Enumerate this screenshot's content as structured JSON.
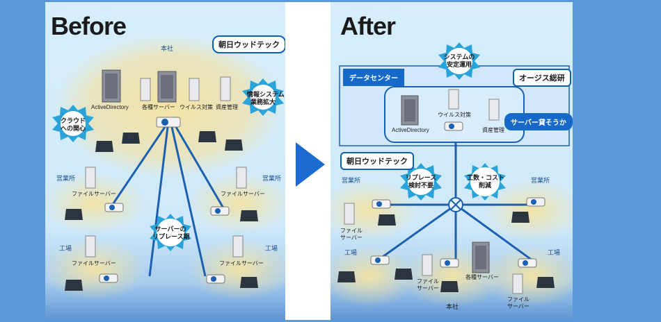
{
  "before": {
    "title": "Before",
    "company_label": "朝日ウッドテック",
    "hq_tag": "本社",
    "servers": {
      "active_directory": "ActiveDirectory",
      "various_servers": "各種サーバー",
      "antivirus": "ウイルス対策",
      "asset_mgmt": "資産管理"
    },
    "bursts": {
      "info_system": [
        "情報システム",
        "業務拡大"
      ],
      "cloud": [
        "クラウド",
        "への関心"
      ],
      "replace": [
        "サーバーの",
        "リプレース期"
      ]
    },
    "sites": {
      "sales_left": "営業所",
      "sales_right": "営業所",
      "factory_left": "工場",
      "factory_right": "工場",
      "file_server_tl": "ファイルサーバー",
      "file_server_tr": "ファイルサーバー",
      "file_server_bl": "ファイルサーバー",
      "file_server_br": "ファイルサーバー"
    }
  },
  "after": {
    "title": "After",
    "datacenter_label": "データセンター",
    "provider_label": "オージス総研",
    "rental_label": "サーバー貸そうか",
    "company_label": "朝日ウッドテック",
    "servers": {
      "active_directory": "ActiveDirectory",
      "antivirus": "ウイルス対策",
      "asset_mgmt": "資産管理",
      "various_servers": "各種サーバー"
    },
    "bursts": {
      "stable": [
        "システムの",
        "安定運用"
      ],
      "no_replace": [
        "リプレース",
        "検討不要"
      ],
      "cost": [
        "工数・コスト",
        "削減"
      ]
    },
    "sites": {
      "sales_left": "営業所",
      "sales_right": "営業所",
      "factory_left": "工場",
      "factory_right": "工場",
      "hq": "本社",
      "file_server_l": [
        "ファイル",
        "サーバー"
      ],
      "file_server_c": [
        "ファイル",
        "サーバー"
      ],
      "file_server_r": [
        "ファイル",
        "サーバー"
      ]
    }
  },
  "colors": {
    "frame": "#5b98d9",
    "arrow": "#1b6bd0",
    "line": "#1a5fb0",
    "glow": "#f3e2a0",
    "datacenter_bg": "#cfe6fb"
  }
}
